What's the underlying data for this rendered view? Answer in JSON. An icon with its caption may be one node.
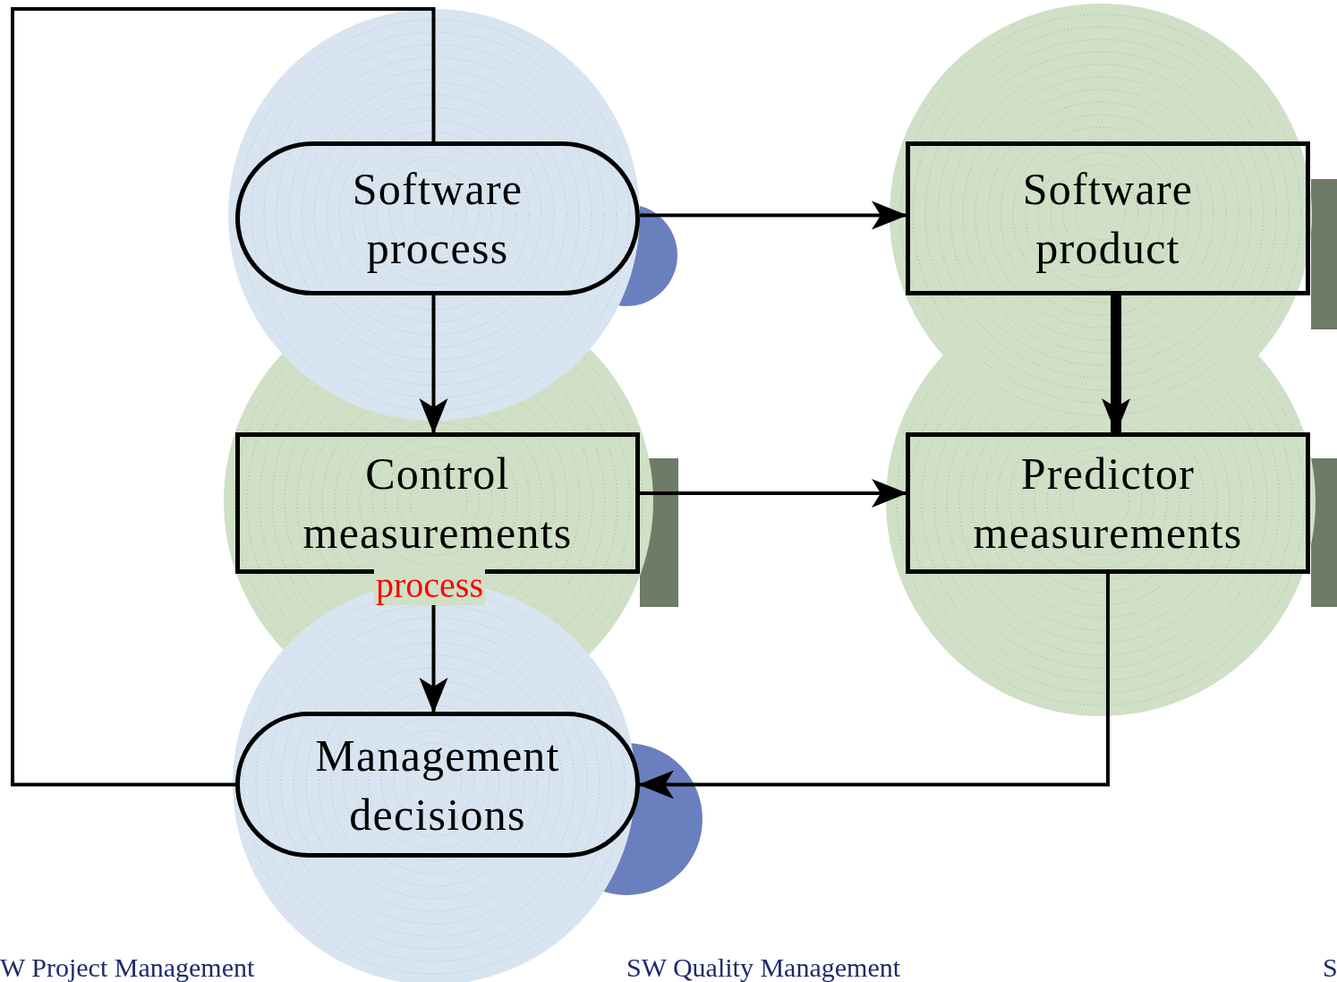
{
  "diagram": {
    "nodes": [
      {
        "text": [
          "Software process"
        ]
      },
      {
        "text": [
          "Software product"
        ]
      },
      {
        "text": [
          "Control measurements"
        ]
      },
      {
        "text": [
          "Predictor measurements"
        ]
      },
      {
        "text": [
          "Management decisions"
        ]
      }
    ],
    "edges": [
      {
        "from": 0,
        "to": 1,
        "arrow": "to"
      },
      {
        "from": 0,
        "to": 2,
        "arrow": "to"
      },
      {
        "from": 1,
        "to": 3,
        "arrow": "to",
        "style": "thick"
      },
      {
        "from": 2,
        "to": 3,
        "arrow": "to"
      },
      {
        "from": 2,
        "to": 4,
        "arrow": "to",
        "label": "process"
      },
      {
        "from": 3,
        "to": 4,
        "arrow": "to"
      },
      {
        "from": 4,
        "to": 0,
        "arrow": "none"
      }
    ],
    "labels": [
      "W Project Management",
      "SW Quality Management",
      "S"
    ]
  }
}
